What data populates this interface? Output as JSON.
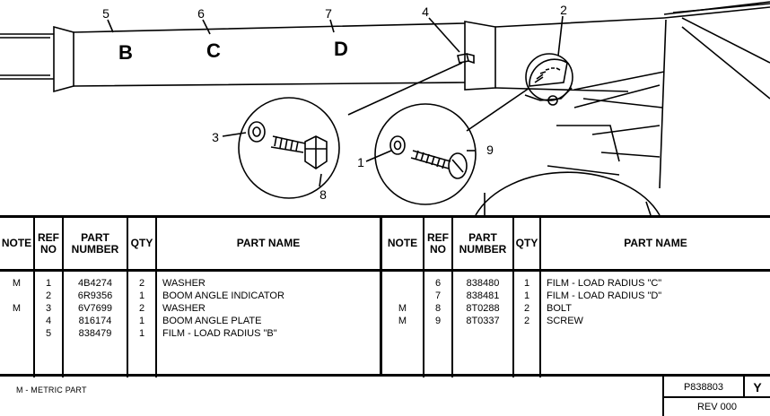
{
  "callouts": [
    "1",
    "2",
    "3",
    "4",
    "5",
    "6",
    "7",
    "8",
    "9"
  ],
  "boom_letters": [
    "B",
    "C",
    "D"
  ],
  "table": {
    "headers": {
      "note": "NOTE",
      "ref": "REF NO",
      "part_number": "PART NUMBER",
      "qty": "QTY",
      "part_name": "PART NAME"
    },
    "left": {
      "note": "M\n\nM",
      "ref": "1\n2\n3\n4\n5",
      "part_number": "4B4274\n6R9356\n6V7699\n816174\n838479",
      "qty": "2\n1\n2\n1\n1",
      "part_name": "WASHER\nBOOM ANGLE INDICATOR\nWASHER\nBOOM ANGLE PLATE\nFILM - LOAD RADIUS \"B\""
    },
    "right": {
      "note": "\n\nM\nM",
      "ref": "6\n7\n8\n9",
      "part_number": "838480\n838481\n8T0288\n8T0337",
      "qty": "1\n1\n2\n2",
      "part_name": "FILM - LOAD RADIUS \"C\"\nFILM - LOAD RADIUS \"D\"\nBOLT\nSCREW"
    }
  },
  "footer": {
    "note": "M - METRIC PART",
    "figure_number": "P838803",
    "figure_suffix": "Y",
    "revision": "REV 000"
  }
}
